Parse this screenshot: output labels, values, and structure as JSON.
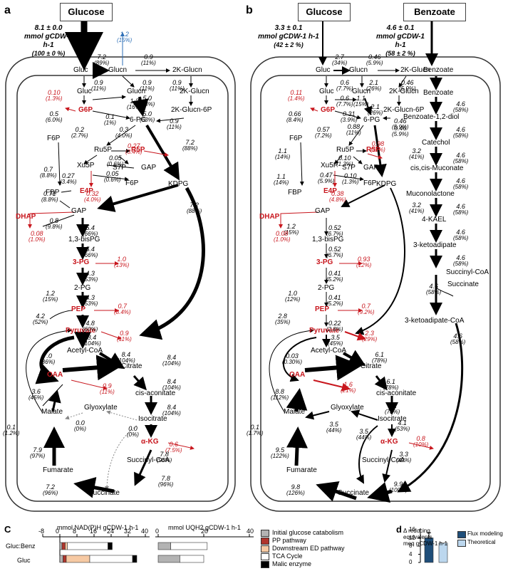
{
  "panels": {
    "a": "a",
    "b": "b",
    "c": "C",
    "d": "d"
  },
  "colors": {
    "red": "#c8161d",
    "blue": "#2e6fb7",
    "frame": "#333333"
  },
  "a": {
    "head": "Glucose",
    "uptake": {
      "line1": "8.1 ± 0.0",
      "line2": "mmol gCDW-1 h-1",
      "line3": "(100 ± 0 %)"
    },
    "metabolites": {
      "gluc_out": "Gluc",
      "glucn_out": "Glucn",
      "kglucn_out": "2K-Glucn",
      "gluc_in": "Gluc",
      "glucn_in": "Glucn",
      "kglucn_in": "2K-Glucn",
      "kglucn6p": "2K-Glucn-6P",
      "g6p": "G6P",
      "pg6": "6-PG",
      "f6p_top": "F6P",
      "ru5p": "Ru5P",
      "r5p": "R5P",
      "xu5p": "Xu5P",
      "s7p": "S7P",
      "gap_top": "GAP",
      "f6p": "F6P",
      "fbp": "FBP",
      "e4p": "E4P",
      "kdpg": "KDPG",
      "dhap": "DHAP",
      "gap": "GAP",
      "bispg": "1,3-bisPG",
      "pg3": "3-PG",
      "pg2": "2-PG",
      "pep": "PEP",
      "pyruvate": "Pyruvate",
      "acetylcoa": "Acetyl-CoA",
      "citrate": "Citrate",
      "oaa": "OAA",
      "cisaconitate": "cis-aconitate",
      "glyoxylate": "Glyoxylate",
      "malate": "Malate",
      "isocitrate": "Isocitrate",
      "akg": "α-KG",
      "fumarate": "Fumarate",
      "succinylcoa": "Succinyl-CoA",
      "succinate": "Succinate"
    },
    "fluxes": [
      [
        "7.2",
        "(89%)"
      ],
      [
        "1.2",
        "(15%)"
      ],
      [
        "0.9",
        "(11%)"
      ],
      [
        "0.9",
        "(11%)"
      ],
      [
        "0.9",
        "(11%)"
      ],
      [
        "5.0",
        "(63%)"
      ],
      [
        "0.9",
        "(11%)"
      ],
      [
        "1.3",
        "(16%)"
      ],
      [
        "0.10",
        "(1.3%)"
      ],
      [
        "0.5",
        "(6.0%)"
      ],
      [
        "5.0",
        "(63%)"
      ],
      [
        "0.9",
        "(11%)"
      ],
      [
        "0.1",
        "(1%)"
      ],
      [
        "0.2",
        "(2.7%)"
      ],
      [
        "0.3",
        "(4.0%)"
      ],
      [
        "0.27",
        "(3.4%)"
      ],
      [
        "7.2",
        "(88%)"
      ],
      [
        "0.05",
        "(0.6%)"
      ],
      [
        "0.05",
        "(0.6%)"
      ],
      [
        "0.7",
        "(8.8%)"
      ],
      [
        "0.27",
        "(3.4%)"
      ],
      [
        "0.32",
        "(4.0%)"
      ],
      [
        "0.71",
        "(8.8%)"
      ],
      [
        "7.2",
        "(88%)"
      ],
      [
        "0.08",
        "(1.0%)"
      ],
      [
        "0.8",
        "(9.8%)"
      ],
      [
        "5.4",
        "(66%)"
      ],
      [
        "5.4",
        "(66%)"
      ],
      [
        "1.0",
        "(13%)"
      ],
      [
        "4.3",
        "(53%)"
      ],
      [
        "4.3",
        "(53%)"
      ],
      [
        "1.2",
        "(15%)"
      ],
      [
        "0.7",
        "(8.4%)"
      ],
      [
        "4.8",
        "(60%)"
      ],
      [
        "4.2",
        "(52%)"
      ],
      [
        "0.9",
        "(11%)"
      ],
      [
        "8.4",
        "(104%)"
      ],
      [
        "7.0",
        "(86%)"
      ],
      [
        "8.4",
        "(104%)"
      ],
      [
        "8.4",
        "(104%)"
      ],
      [
        "0.9",
        "(11%)"
      ],
      [
        "8.4",
        "(104%)"
      ],
      [
        "3.6",
        "(45%)"
      ],
      [
        "0.0",
        "(0%)"
      ],
      [
        "0.0",
        "(0%)"
      ],
      [
        "8.4",
        "(104%)"
      ],
      [
        "0.6",
        "(7.5%)"
      ],
      [
        "0.1",
        "(1.2%)"
      ],
      [
        "7.9",
        "(97%)"
      ],
      [
        "7.8",
        "(96%)"
      ],
      [
        "7.2",
        "(96%)"
      ],
      [
        "7.8",
        "(96%)"
      ]
    ]
  },
  "b": {
    "head_glucose": "Glucose",
    "head_benzoate": "Benzoate",
    "uptake_glucose": {
      "line1": "3.3 ± 0.1",
      "line2": "mmol gCDW-1 h-1",
      "line3": "(42 ± 2 %)"
    },
    "uptake_benzoate": {
      "line1": "4.6 ± 0.1",
      "line2": "mmol gCDW-1 h-1",
      "line3": "(58 ± 2 %)"
    },
    "metabolites": {
      "gluc_out": "Gluc",
      "glucn_out": "Glucn",
      "kglucn_out": "2K-Glucn",
      "benzoate_out": "Benzoate",
      "gluc_in": "Gluc",
      "glucn_in": "Glucn",
      "kglucn_in": "2K-Glucn",
      "kglucn6p": "2K-Glucn-6P",
      "g6p": "G6P",
      "pg6": "6-PG",
      "f6p_top": "F6P",
      "ru5p": "Ru5P",
      "r5p": "R5P",
      "xu5p": "Xu5P",
      "s7p": "S7P",
      "gap_top": "GAP",
      "f6p": "F6P",
      "fbp": "FBP",
      "e4p": "E4P",
      "kdpg": "KDPG",
      "dhap": "DHAP",
      "gap": "GAP",
      "bispg": "1,3-bisPG",
      "pg3": "3-PG",
      "pg2": "2-PG",
      "pep": "PEP",
      "pyruvate": "Pyruvate",
      "acetylcoa": "Acetyl-CoA",
      "citrate": "Citrate",
      "oaa": "OAA",
      "cisaconitate": "cis-aconitate",
      "glyoxylate": "Glyoxylate",
      "malate": "Malate",
      "isocitrate": "Isocitrate",
      "akg": "α-KG",
      "fumarate": "Fumarate",
      "succinylcoa": "Succinyl-CoA",
      "succinate": "Succinate",
      "benzoate_in": "Benzoate",
      "benzoate12": "Benzoate-1,2-diol",
      "catechol": "Catechol",
      "muconate": "cis,cis-Muconate",
      "muconolactone": "Muconolactone",
      "kael": "4-KAEL",
      "ketoadipate": "3-ketoadipate",
      "succcoa_side": "Succinyl-CoA",
      "succ_side": "Succinate",
      "ketoadipatecoa": "3-ketoadipate-CoA"
    },
    "fluxes": [
      [
        "2.7",
        "(34%)"
      ],
      [
        "0.46",
        "(5.9%)"
      ],
      [
        "0.6",
        "(7.7%)"
      ],
      [
        "2.1",
        "(26%)"
      ],
      [
        "0.46",
        "(5.9%)"
      ],
      [
        "0.6",
        "(7.7%)"
      ],
      [
        "1.1",
        "(15%)"
      ],
      [
        "2.1",
        "(26%)"
      ],
      [
        "0.46",
        "(5.9%)"
      ],
      [
        "0.11",
        "(1.4%)"
      ],
      [
        "0.66",
        "(8.4%)"
      ],
      [
        "0.31",
        "(3.9%)"
      ],
      [
        "0.88",
        "(11%)"
      ],
      [
        "0.46",
        "(5.9%)"
      ],
      [
        "0.57",
        "(7.2%)"
      ],
      [
        "0.98",
        "(11%)"
      ],
      [
        "3.2",
        "(41%)"
      ],
      [
        "0.10",
        "(1.3%)"
      ],
      [
        "1.1",
        "(14%)"
      ],
      [
        "0.47",
        "(5.9%)"
      ],
      [
        "0.10",
        "(1.3%)"
      ],
      [
        "1.1",
        "(14%)"
      ],
      [
        "0.38",
        "(4.8%)"
      ],
      [
        "3.2",
        "(41%)"
      ],
      [
        "1.2",
        "(15%)"
      ],
      [
        "0.08",
        "(1.0%)"
      ],
      [
        "0.52",
        "(6.7%)"
      ],
      [
        "0.52",
        "(6.7%)"
      ],
      [
        "0.93",
        "(12%)"
      ],
      [
        "0.41",
        "(5.2%)"
      ],
      [
        "0.41",
        "(5.2%)"
      ],
      [
        "1.0",
        "(12%)"
      ],
      [
        "0.7",
        "(9.2%)"
      ],
      [
        "0.22",
        "(2.8%)"
      ],
      [
        "2.8",
        "(35%)"
      ],
      [
        "2.3",
        "(29%)"
      ],
      [
        "3.5",
        "(45%)"
      ],
      [
        "0.03",
        "(0.30%)"
      ],
      [
        "6.1",
        "(78%)"
      ],
      [
        "6.1",
        "(78%)"
      ],
      [
        "1.6",
        "(21%)"
      ],
      [
        "6.1",
        "(78%)"
      ],
      [
        "8.8",
        "(112%)"
      ],
      [
        "4.1",
        "(53%)"
      ],
      [
        "0.8",
        "(10%)"
      ],
      [
        "0.1",
        "(1.7%)"
      ],
      [
        "9.5",
        "(122%)"
      ],
      [
        "3.5",
        "(44%)"
      ],
      [
        "3.5",
        "(44%)"
      ],
      [
        "3.3",
        "(42%)"
      ],
      [
        "9.8",
        "(126%)"
      ],
      [
        "9.9",
        "(100%)"
      ],
      [
        "4.6",
        "(58%)"
      ],
      [
        "4.6",
        "(58%)"
      ],
      [
        "4.6",
        "(58%)"
      ],
      [
        "4.6",
        "(58%)"
      ],
      [
        "4.6",
        "(58%)"
      ],
      [
        "4.6",
        "(58%)"
      ],
      [
        "4.6",
        "(58%)"
      ],
      [
        "4.6",
        "(58%)"
      ],
      [
        "4.6",
        "(58%)"
      ]
    ]
  },
  "c": {
    "axis1_title": "mmol NAD(P)H gCDW-1 h-1",
    "axis2_title": "mmol UQH2 gCDW-1 h-1",
    "axis1_ticks": [
      "-8",
      "0",
      "8",
      "16",
      "24",
      "32",
      "40"
    ],
    "axis2_ticks": [
      "0",
      "20",
      "40"
    ],
    "rows": [
      "Gluc:Benz",
      "Gluc"
    ],
    "legend": [
      {
        "label": "Initial glucose catabolism",
        "color": "#b3b3b3"
      },
      {
        "label": "PP pathway",
        "color": "#b0352c"
      },
      {
        "label": "Downstream ED pathway",
        "color": "#f6c9a3"
      },
      {
        "label": "TCA Cycle",
        "color": "#ffffff"
      },
      {
        "label": "Malic enzyme",
        "color": "#000000"
      }
    ]
  },
  "d": {
    "ylabel_line1": "Δ reducing",
    "ylabel_line2": "equivalents",
    "ylabel_line3": "meq gCDW-1 h-1",
    "yticks": [
      "0",
      "4",
      "8",
      "12",
      "16"
    ],
    "legend": [
      {
        "label": "Flux modeling",
        "color": "#1f4e79"
      },
      {
        "label": "Theoretical",
        "color": "#bcd7ee"
      }
    ]
  },
  "chart_data": [
    {
      "type": "bar",
      "categories": [
        "Gluc:Benz",
        "Gluc"
      ],
      "xlabel": "mmol NAD(P)H gCDW-1 h-1",
      "xlim": [
        -8,
        40
      ],
      "series": [
        {
          "name": "Initial glucose catabolism",
          "values": [
            1.0,
            1.5
          ]
        },
        {
          "name": "PP pathway",
          "values": [
            1.5,
            1.5
          ]
        },
        {
          "name": "Downstream ED pathway",
          "values": [
            1.0,
            11.0
          ]
        },
        {
          "name": "TCA Cycle",
          "values": [
            19.0,
            20.0
          ]
        },
        {
          "name": "Malic enzyme",
          "values": [
            2.0,
            2.0
          ]
        }
      ]
    },
    {
      "type": "bar",
      "categories": [
        "Gluc:Benz",
        "Gluc"
      ],
      "xlabel": "mmol UQH2 gCDW-1 h-1",
      "xlim": [
        0,
        40
      ],
      "series": [
        {
          "name": "Initial glucose catabolism",
          "values": [
            5.5,
            9.5
          ]
        },
        {
          "name": "TCA Cycle",
          "values": [
            16.0,
            10.5
          ]
        }
      ]
    },
    {
      "type": "bar",
      "categories": [
        "Flux modeling",
        "Theoretical"
      ],
      "ylabel": "Δ reducing equivalents meq gCDW-1 h-1",
      "ylim": [
        0,
        16
      ],
      "values": [
        12.0,
        9.5
      ],
      "errors": [
        2.5,
        0
      ]
    }
  ]
}
